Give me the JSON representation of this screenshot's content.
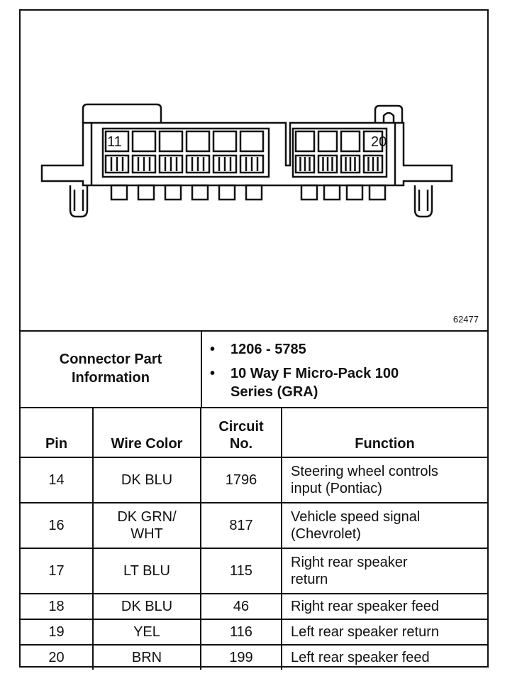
{
  "figure": {
    "pin_label_left": "11",
    "pin_label_right": "20",
    "figure_number": "62477"
  },
  "connector_info": {
    "label_line1": "Connector Part",
    "label_line2": "Information",
    "bullets": [
      {
        "dot": "•",
        "line1": "1206 - 5785",
        "line2": ""
      },
      {
        "dot": "•",
        "line1": "10 Way F Micro-Pack 100",
        "line2": "Series (GRA)"
      }
    ]
  },
  "table": {
    "headers": {
      "pin": "Pin",
      "wire_color": "Wire Color",
      "circuit_line1": "Circuit",
      "circuit_line2": "No.",
      "function": "Function"
    },
    "rows": [
      {
        "pin": "14",
        "wire1": "DK BLU",
        "wire2": "",
        "circuit": "1796",
        "func1": "Steering wheel controls",
        "func2": "input (Pontiac)"
      },
      {
        "pin": "16",
        "wire1": "DK GRN/",
        "wire2": "WHT",
        "circuit": "817",
        "func1": "Vehicle speed signal",
        "func2": "(Chevrolet)"
      },
      {
        "pin": "17",
        "wire1": "LT BLU",
        "wire2": "",
        "circuit": "115",
        "func1": "Right rear speaker",
        "func2": "return"
      },
      {
        "pin": "18",
        "wire1": "DK BLU",
        "wire2": "",
        "circuit": "46",
        "func1": "Right rear speaker feed",
        "func2": ""
      },
      {
        "pin": "19",
        "wire1": "YEL",
        "wire2": "",
        "circuit": "116",
        "func1": "Left rear speaker return",
        "func2": ""
      },
      {
        "pin": "20",
        "wire1": "BRN",
        "wire2": "",
        "circuit": "199",
        "func1": "Left rear speaker feed",
        "func2": ""
      }
    ]
  }
}
